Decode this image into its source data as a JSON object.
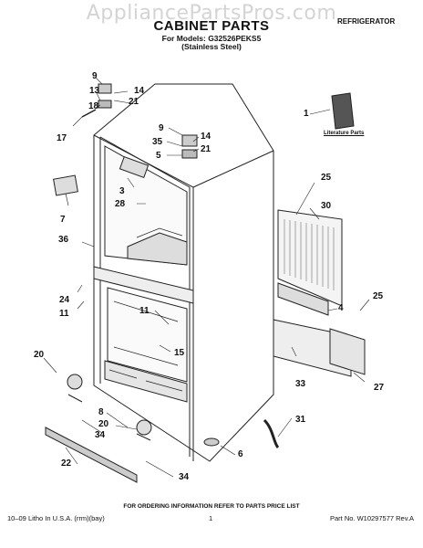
{
  "header": {
    "watermark": "AppliancePartsPros.com",
    "title": "CABINET PARTS",
    "models_line1": "For Models: G32526PEKS5",
    "models_line2": "(Stainless Steel)",
    "category": "REFRIGERATOR"
  },
  "literature_label": "Literature Parts",
  "callouts": {
    "c9a": "9",
    "c13": "13",
    "c14a": "14",
    "c18": "18",
    "c21a": "21",
    "c17": "17",
    "c9b": "9",
    "c14b": "14",
    "c35": "35",
    "c21b": "21",
    "c5": "5",
    "c1": "1",
    "c3": "3",
    "c28": "28",
    "c7": "7",
    "c36": "36",
    "c25a": "25",
    "c30": "30",
    "c24": "24",
    "c11a": "11",
    "c11b": "11",
    "c4": "4",
    "c25b": "25",
    "c15": "15",
    "c20a": "20",
    "c33": "33",
    "c27": "27",
    "c8": "8",
    "c20b": "20",
    "c34a": "34",
    "c31": "31",
    "c6": "6",
    "c22": "22",
    "c34b": "34"
  },
  "footer": {
    "note": "FOR ORDERING INFORMATION REFER TO PARTS PRICE LIST",
    "left": "10–09 Litho In U.S.A. (rrm)(bay)",
    "center": "1",
    "right": "Part No. W10297577 Rev.A"
  }
}
